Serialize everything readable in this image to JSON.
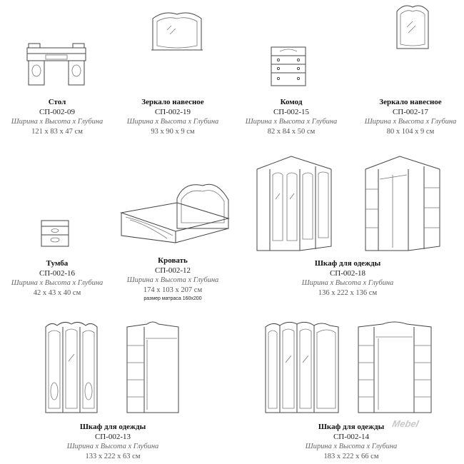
{
  "items": [
    {
      "title": "Стол",
      "code": "СП-002-09",
      "dims_label": "Ширина х Высота х Глубина",
      "size": "121 х 83 х 47 см"
    },
    {
      "title": "Зеркало навесное",
      "code": "СП-002-19",
      "dims_label": "Ширина х Высота х Глубина",
      "size": "93 х 90 х 9 см"
    },
    {
      "title": "Комод",
      "code": "СП-002-15",
      "dims_label": "Ширина х Высота х Глубина",
      "size": "82 х 84 х 50 см"
    },
    {
      "title": "Зеркало навесное",
      "code": "СП-002-17",
      "dims_label": "Ширина х Высота х Глубина",
      "size": "80 х 104 х 9 см"
    },
    {
      "title": "Тумба",
      "code": "СП-002-16",
      "dims_label": "Ширина х Высота х Глубина",
      "size": "42 х 43 х 40 см"
    },
    {
      "title": "Кровать",
      "code": "СП-002-12",
      "dims_label": "Ширина х Высота х Глубина",
      "size": "174 х 103 х 207 см",
      "note": "размер матраса 160х200"
    },
    {
      "title": "Шкаф для одежды",
      "code": "СП-002-18",
      "dims_label": "Ширина х Высота х Глубина",
      "size": "136 х 222 х 136 см"
    },
    {
      "title": "Шкаф для одежды",
      "code": "СП-002-13",
      "dims_label": "Ширина х Высота х Глубина",
      "size": "133 х 222 х 63 см"
    },
    {
      "title": "Шкаф для одежды",
      "code": "СП-002-14",
      "dims_label": "Ширина х Высота х Глубина",
      "size": "183 х 222 х 66 см"
    }
  ],
  "watermark": "Mebel"
}
